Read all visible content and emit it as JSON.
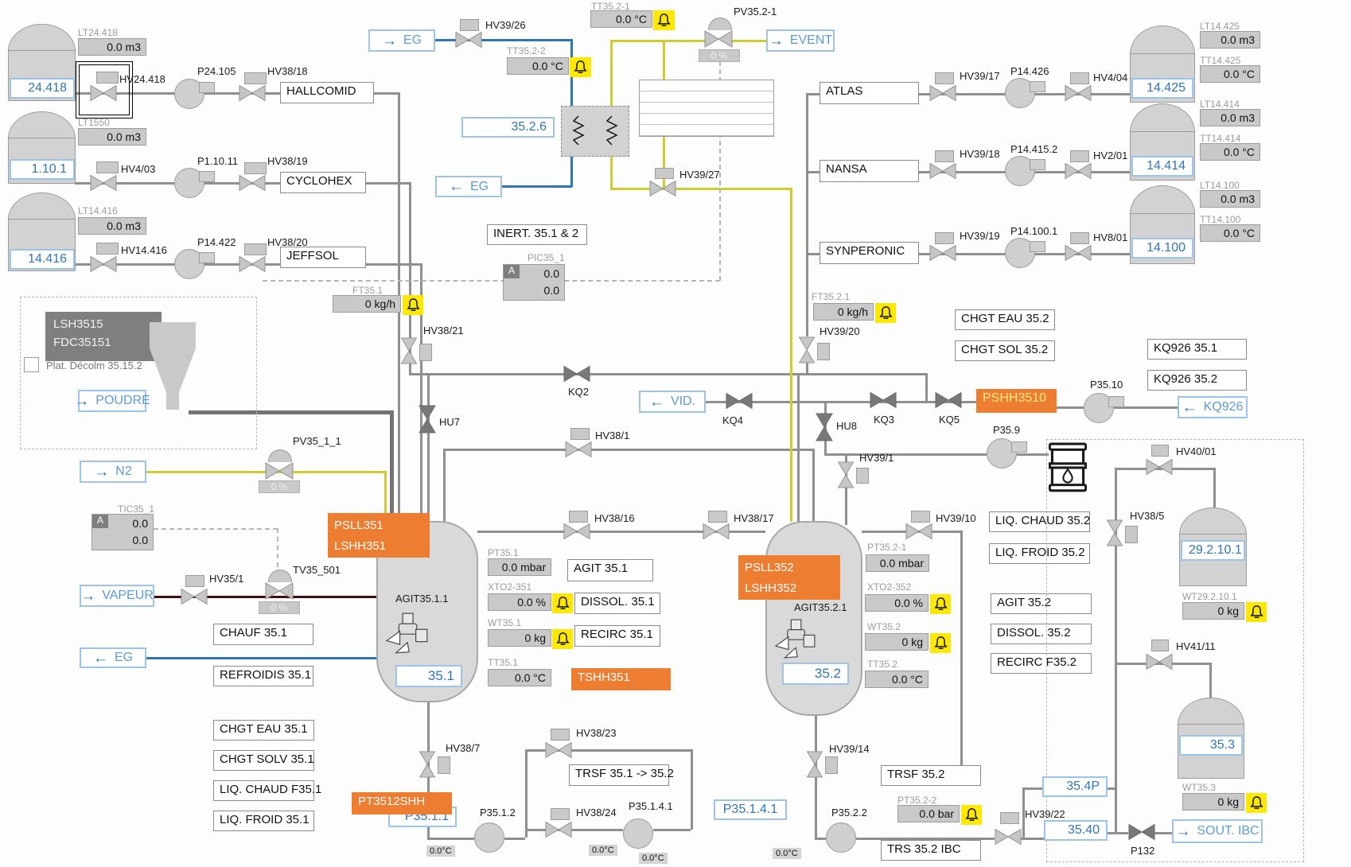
{
  "tl": [
    {
      "id": "24.418",
      "lt": "LT24.418",
      "vol": "0.0 m3",
      "hv": "HV24.418",
      "pump": "P24.105",
      "hv2": "HV38/18",
      "dest": "HALLCOMID"
    },
    {
      "id": "1.10.1",
      "lt": "LT1550",
      "vol": "0.0 m3",
      "hv": "HV4/03",
      "pump": "P1.10.11",
      "hv2": "HV38/19",
      "dest": "CYCLOHEX"
    },
    {
      "id": "14.416",
      "lt": "LT14.416",
      "vol": "0.0 m3",
      "hv": "HV14.416",
      "pump": "P14.422",
      "hv2": "HV38/20",
      "dest": "JEFFSOL"
    }
  ],
  "tr": [
    {
      "src": "ATLAS",
      "hv": "HV39/17",
      "pump": "P14.426",
      "hv2": "HV4/04",
      "id": "14.425",
      "lt": "LT14.425",
      "vol": "0.0 m3",
      "tt": "TT14.425",
      "temp": "0.0 °C"
    },
    {
      "src": "NANSA",
      "hv": "HV39/18",
      "pump": "P14.415.2",
      "hv2": "HV2/01",
      "id": "14.414",
      "lt": "LT14.414",
      "vol": "0.0 m3",
      "tt": "TT14.414",
      "temp": "0.0 °C"
    },
    {
      "src": "SYNPERONIC",
      "hv": "HV39/19",
      "pump": "P14.100.1",
      "hv2": "HV8/01",
      "id": "14.100",
      "lt": "LT14.100",
      "vol": "0.0 m3",
      "tt": "TT14.100",
      "temp": "0.0 °C"
    }
  ],
  "top": {
    "egIn": "EG",
    "hv3926": "HV39/26",
    "tt3522": "TT35.2-2",
    "tt3522v": "0.0 °C",
    "tt3521": "TT35.2-1",
    "tt3521v": "0.0 °C",
    "pv": "PV35.2-1",
    "pvv": "0 %",
    "event": "EVENT",
    "cond": "35.2.6",
    "egOut": "EG",
    "hv3927": "HV39/27",
    "inert": "INERT. 35.1 & 2",
    "pic": "PIC35_1",
    "mode": "A",
    "v1": "0.0",
    "v2": "0.0"
  },
  "pou": {
    "l1": "LSH3515",
    "l2": "FDC35151",
    "plat": "Plat. Décolm 35.15.2",
    "poudre": "POUDRE"
  },
  "left": {
    "n2": "N2",
    "pv": "PV35_1_1",
    "pvv": "0 %",
    "tic": "TIC35_1",
    "mode": "A",
    "v1": "0.0",
    "v2": "0.0",
    "vapeur": "VAPEUR",
    "hv351": "HV35/1",
    "tv": "TV35_501",
    "tvv": "0 %",
    "chauf": "CHAUF 35.1",
    "eg": "EG",
    "refroidis": "REFROIDIS 35.1",
    "b1": "CHGT EAU 35.1",
    "b2": "CHGT SOLV 35.1",
    "b3": "LIQ. CHAUD F35.1",
    "b4": "LIQ. FROID 35.1"
  },
  "mid": {
    "ft": "FT35.1",
    "ftv": "0 kg/h",
    "hv3821": "HV38/21",
    "kq2": "KQ2",
    "hu7": "HU7",
    "vid": "VID.",
    "kq4": "KQ4",
    "hv381": "HV38/1",
    "hv3816": "HV38/16",
    "hv3817": "HV38/17"
  },
  "r1": {
    "a1": "PSLL351",
    "a2": "LSHH351",
    "agit": "AGIT35.1.1",
    "id": "35.1",
    "pt": "PT35.1",
    "ptv": "0.0 mbar",
    "agitL": "AGIT 35.1",
    "xto": "XTO2-351",
    "xtov": "0.0 %",
    "dissol": "DISSOL. 35.1",
    "wt": "WT35.1",
    "wtv": "0 kg",
    "recirc": "RECIRC 35.1",
    "tt": "TT35.1",
    "ttv": "0.0 °C",
    "tshh": "TSHH351"
  },
  "r2": {
    "a1": "PSLL352",
    "a2": "LSHH352",
    "agit": "AGIT35.2.1",
    "id": "35.2",
    "pt": "PT35.2-1",
    "ptv": "0.0 mbar",
    "xto": "XTO2-352",
    "xtov": "0.0 %",
    "wt": "WT35.2",
    "wtv": "0 kg",
    "tt": "TT35.2",
    "ttv": "0.0 °C"
  },
  "rm": {
    "ft": "FT35.2.1",
    "ftv": "0 kg/h",
    "hv3920": "HV39/20",
    "eau": "CHGT EAU 35.2",
    "sol": "CHGT SOL 35.2",
    "kq1": "KQ926 35.1",
    "kq2": "KQ926 35.2",
    "pshh": "PSHH3510",
    "p3510": "P35.10",
    "kq926": "KQ926",
    "kq3": "KQ3",
    "kq5": "KQ5",
    "hu8": "HU8",
    "p359": "P35.9",
    "hv391": "HV39/1",
    "hv3910": "HV39/10",
    "chaud": "LIQ. CHAUD 35.2",
    "froid": "LIQ. FROID 35.2",
    "agit": "AGIT 35.2",
    "dissol": "DISSOL. 35.2",
    "recirc": "RECIRC F35.2"
  },
  "ibc": {
    "hv4001": "HV40/01",
    "hv385": "HV38/5",
    "t1": "29.2.10.1",
    "wt1": "WT29.2.10.1",
    "wt1v": "0 kg",
    "hv4111": "HV41/11",
    "t2": "35.3",
    "wt2": "WT35.3",
    "wt2v": "0 kg"
  },
  "bot": {
    "hv387": "HV38/7",
    "pt": "PT3512SHH",
    "p3511": "P35.1.1",
    "p3512": "P35.1.2",
    "c1": "0.0°C",
    "hv3823": "HV38/23",
    "trsf1": "TRSF 35.1 -> 35.2",
    "hv3824": "HV38/24",
    "p35141": "P35.1.4.1",
    "c2": "0.0°C",
    "c3": "0.0°C",
    "p35141b": "P35.1.4.1",
    "hv3914": "HV39/14",
    "c4": "0.0°C",
    "p3522": "P35.2.2",
    "trsf2": "TRSF 35.2",
    "pt3522": "PT35.2-2",
    "pt3522v": "0.0 bar",
    "trs": "TRS 35.2 IBC",
    "hv3922": "HV39/22",
    "v354p": "35.4P",
    "v3540": "35.40",
    "p132": "P132",
    "sout": "SOUT. IBC"
  }
}
